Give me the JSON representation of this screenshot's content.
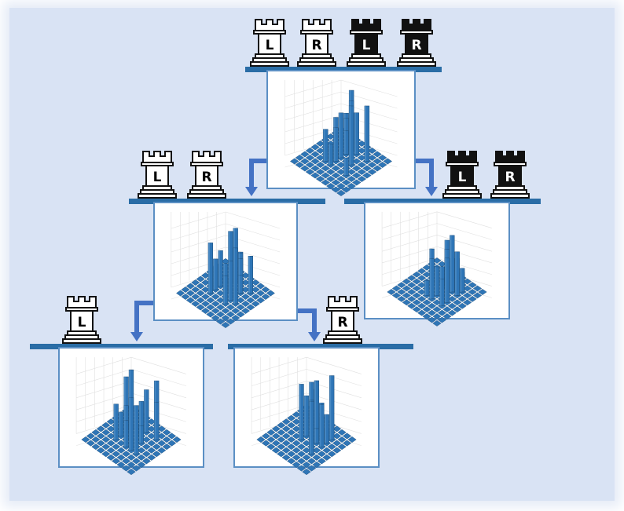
{
  "colors": {
    "background": "#d9e3f4",
    "shelf": "#2a6da6",
    "arrow": "#4472c4",
    "bar": "#2e75b6",
    "frame": "#5b8fc4"
  },
  "icons": {
    "piece": "chess-rook-icon",
    "arrow": "bent-arrow-icon"
  },
  "levels": [
    {
      "nodes": [
        {
          "pieces": [
            {
              "label": "L",
              "color": "white"
            },
            {
              "label": "R",
              "color": "white"
            },
            {
              "label": "L",
              "color": "black"
            },
            {
              "label": "R",
              "color": "black"
            }
          ],
          "histogram": "3d-histogram"
        }
      ]
    },
    {
      "nodes": [
        {
          "pieces": [
            {
              "label": "L",
              "color": "white"
            },
            {
              "label": "R",
              "color": "white"
            }
          ],
          "histogram": "3d-histogram"
        },
        {
          "pieces": [
            {
              "label": "L",
              "color": "black"
            },
            {
              "label": "R",
              "color": "black"
            }
          ],
          "histogram": "3d-histogram"
        }
      ]
    },
    {
      "nodes": [
        {
          "pieces": [
            {
              "label": "L",
              "color": "white"
            }
          ],
          "histogram": "3d-histogram"
        },
        {
          "pieces": [
            {
              "label": "R",
              "color": "white"
            }
          ],
          "histogram": "3d-histogram"
        }
      ]
    }
  ]
}
